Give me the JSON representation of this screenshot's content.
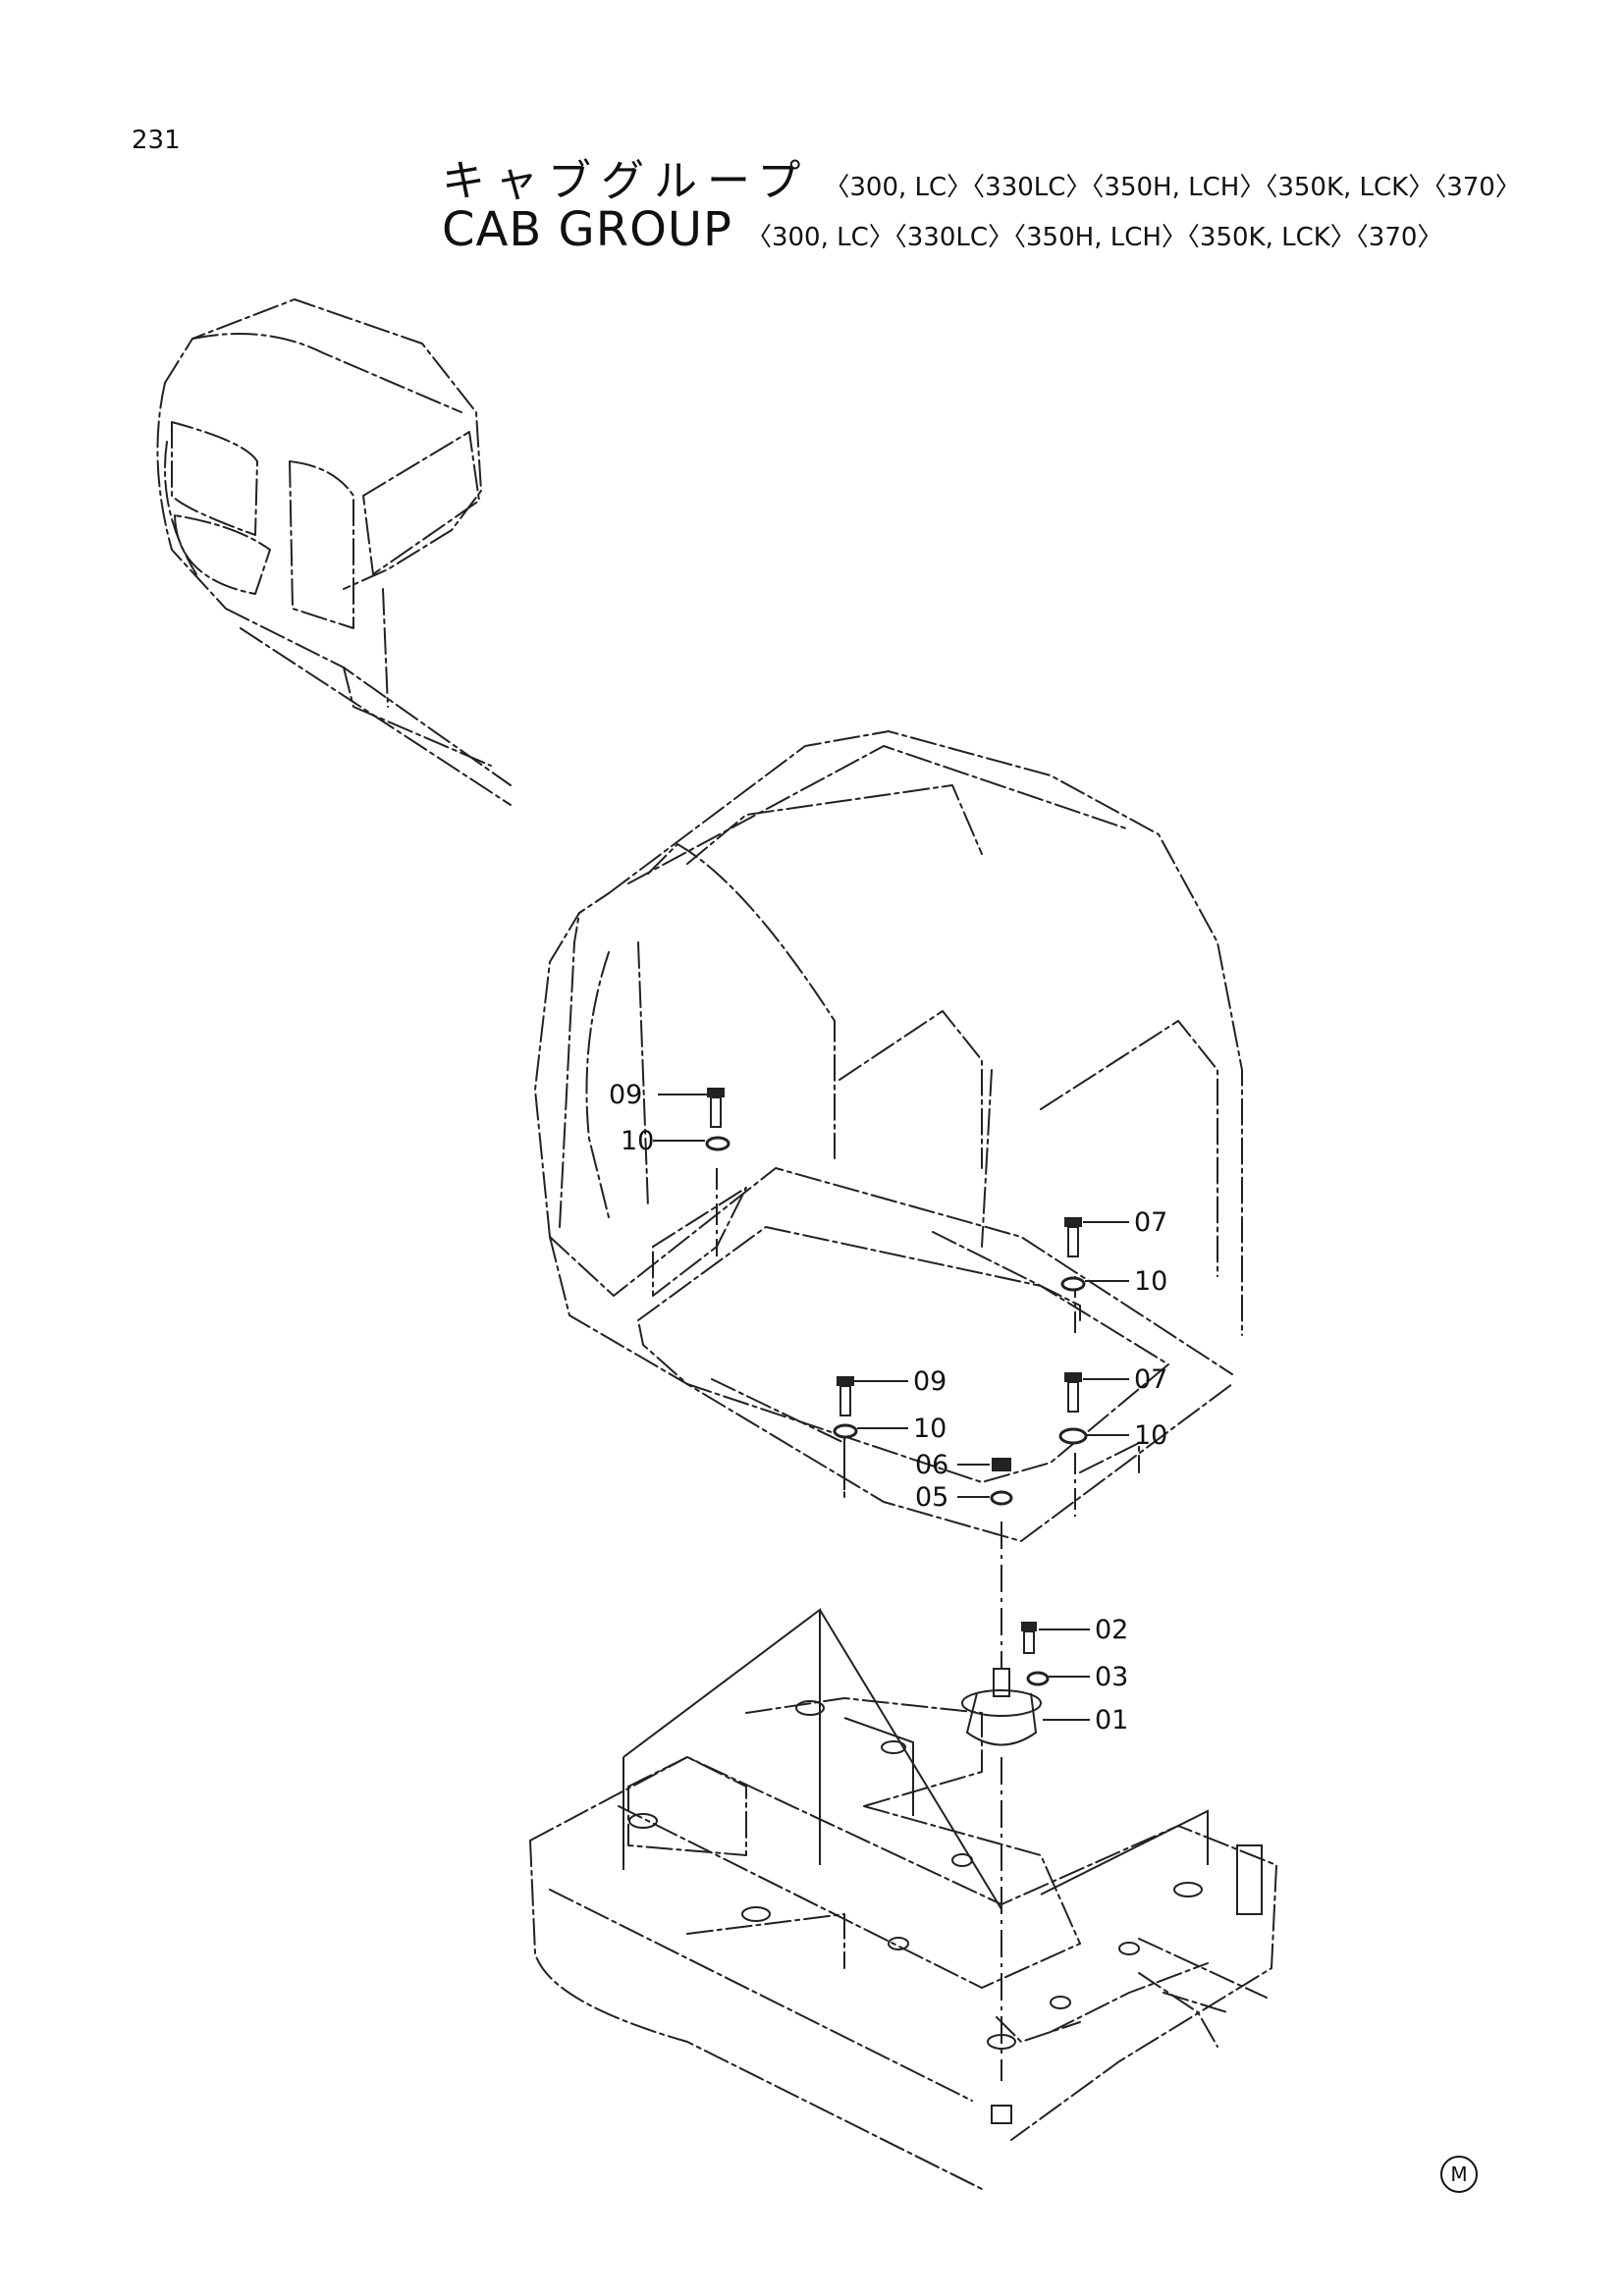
{
  "page_number": "231",
  "title_jp": "キャブグループ",
  "title_en": "CAB GROUP",
  "models_jp": "〈300, LC〉〈330LC〉〈350H, LCH〉〈350K, LCK〉〈370〉",
  "models_en": "〈300, LC〉〈330LC〉〈350H, LCH〉〈350K, LCK〉〈370〉",
  "callouts": {
    "c09a": "09",
    "c10a": "10",
    "c07a": "07",
    "c10b": "10",
    "c09b": "09",
    "c07b": "07",
    "c10c": "10",
    "c10d": "10",
    "c06": "06",
    "c05": "05",
    "c02": "02",
    "c03": "03",
    "c01": "01"
  },
  "corner_mark": "M"
}
